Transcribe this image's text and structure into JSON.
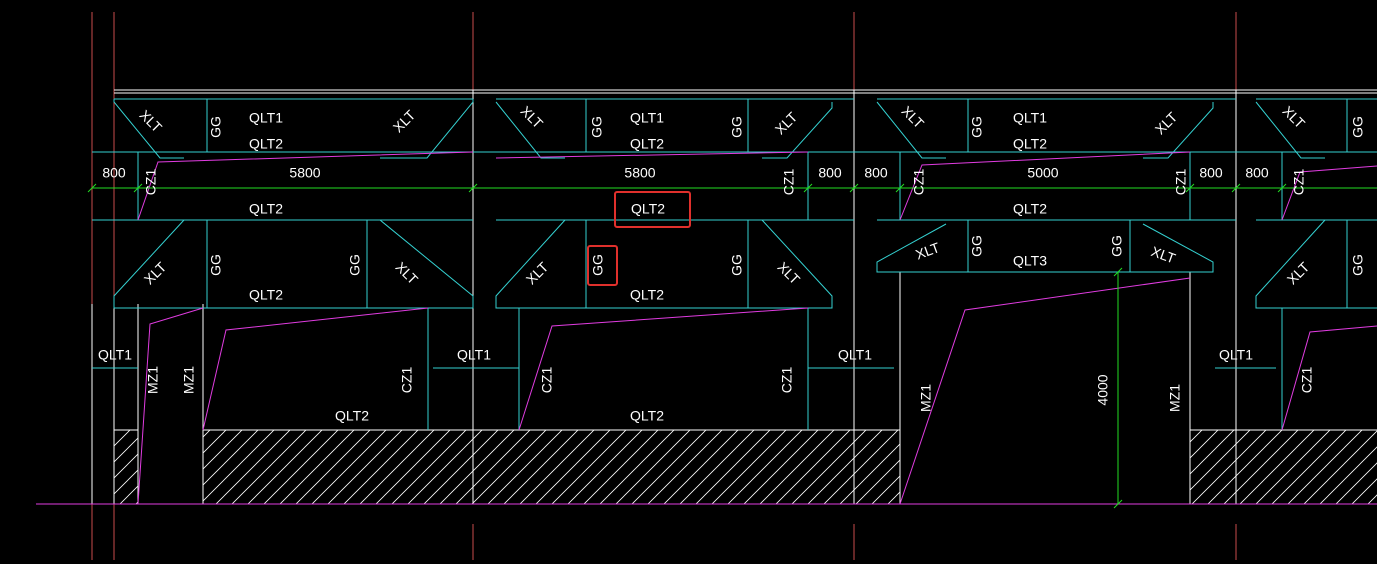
{
  "colors": {
    "background": "#000000",
    "cyan": "#34d1d1",
    "magenta": "#e03ce0",
    "white": "#ffffff",
    "green": "#22dd22",
    "axis_red": "#c84b4b",
    "highlight": "#e0302c",
    "text": "#ffffff"
  },
  "labels": {
    "qlt1": "QLT1",
    "qlt2": "QLT2",
    "qlt3": "QLT3",
    "xlt": "XLT",
    "gg": "GG",
    "cz1": "CZ1",
    "mz1": "MZ1",
    "d800": "800",
    "d5800": "5800",
    "d5000": "5000",
    "d4000": "4000"
  }
}
